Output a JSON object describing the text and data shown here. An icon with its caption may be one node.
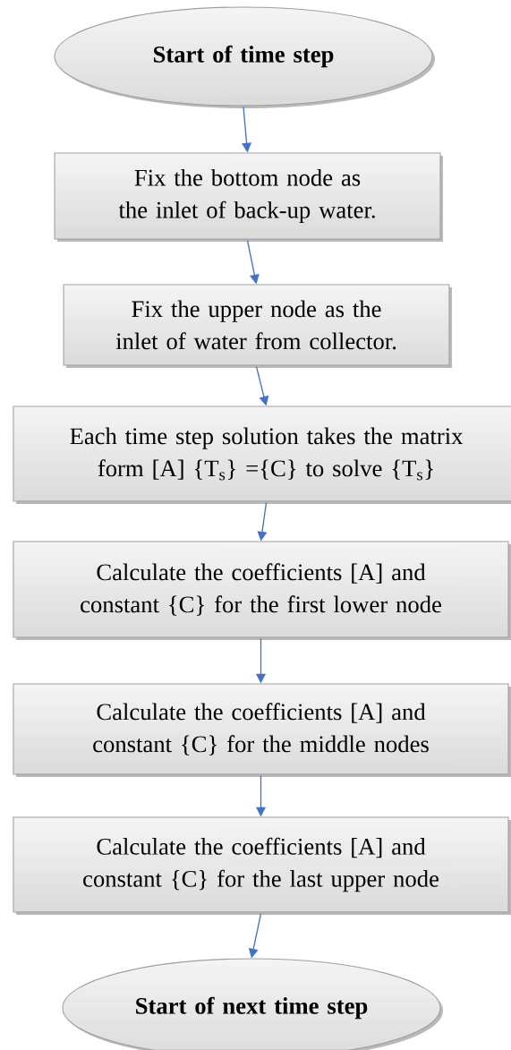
{
  "diagram": {
    "nodes": [
      {
        "text": [
          "Start of time step"
        ]
      },
      {
        "text": [
          "Fix the bottom node as the inlet of back-up water."
        ]
      },
      {
        "text": [
          "Fix the upper node as the inlet of water from collector."
        ]
      },
      {
        "text": [
          "Each time step solution takes the matrix form [A] {T$_{s}$} ={C} to solve {T$_{s}$}"
        ]
      },
      {
        "text": [
          "Calculate the coefficients [A] and constant {C} for the first lower node"
        ]
      },
      {
        "text": [
          "Calculate the coefficients [A] and constant {C} for the middle nodes"
        ]
      },
      {
        "text": [
          "Calculate the coefficients [A] and constant {C} for the last upper node"
        ]
      },
      {
        "text": [
          "Start of next time step"
        ]
      }
    ],
    "edges": [
      {
        "from": 0,
        "to": 1,
        "arrow": "to"
      },
      {
        "from": 1,
        "to": 2,
        "arrow": "to"
      },
      {
        "from": 2,
        "to": 3,
        "arrow": "to"
      },
      {
        "from": 3,
        "to": 4,
        "arrow": "to"
      },
      {
        "from": 4,
        "to": 5,
        "arrow": "to"
      },
      {
        "from": 5,
        "to": 6,
        "arrow": "to"
      },
      {
        "from": 6,
        "to": 7,
        "arrow": "to"
      }
    ]
  }
}
